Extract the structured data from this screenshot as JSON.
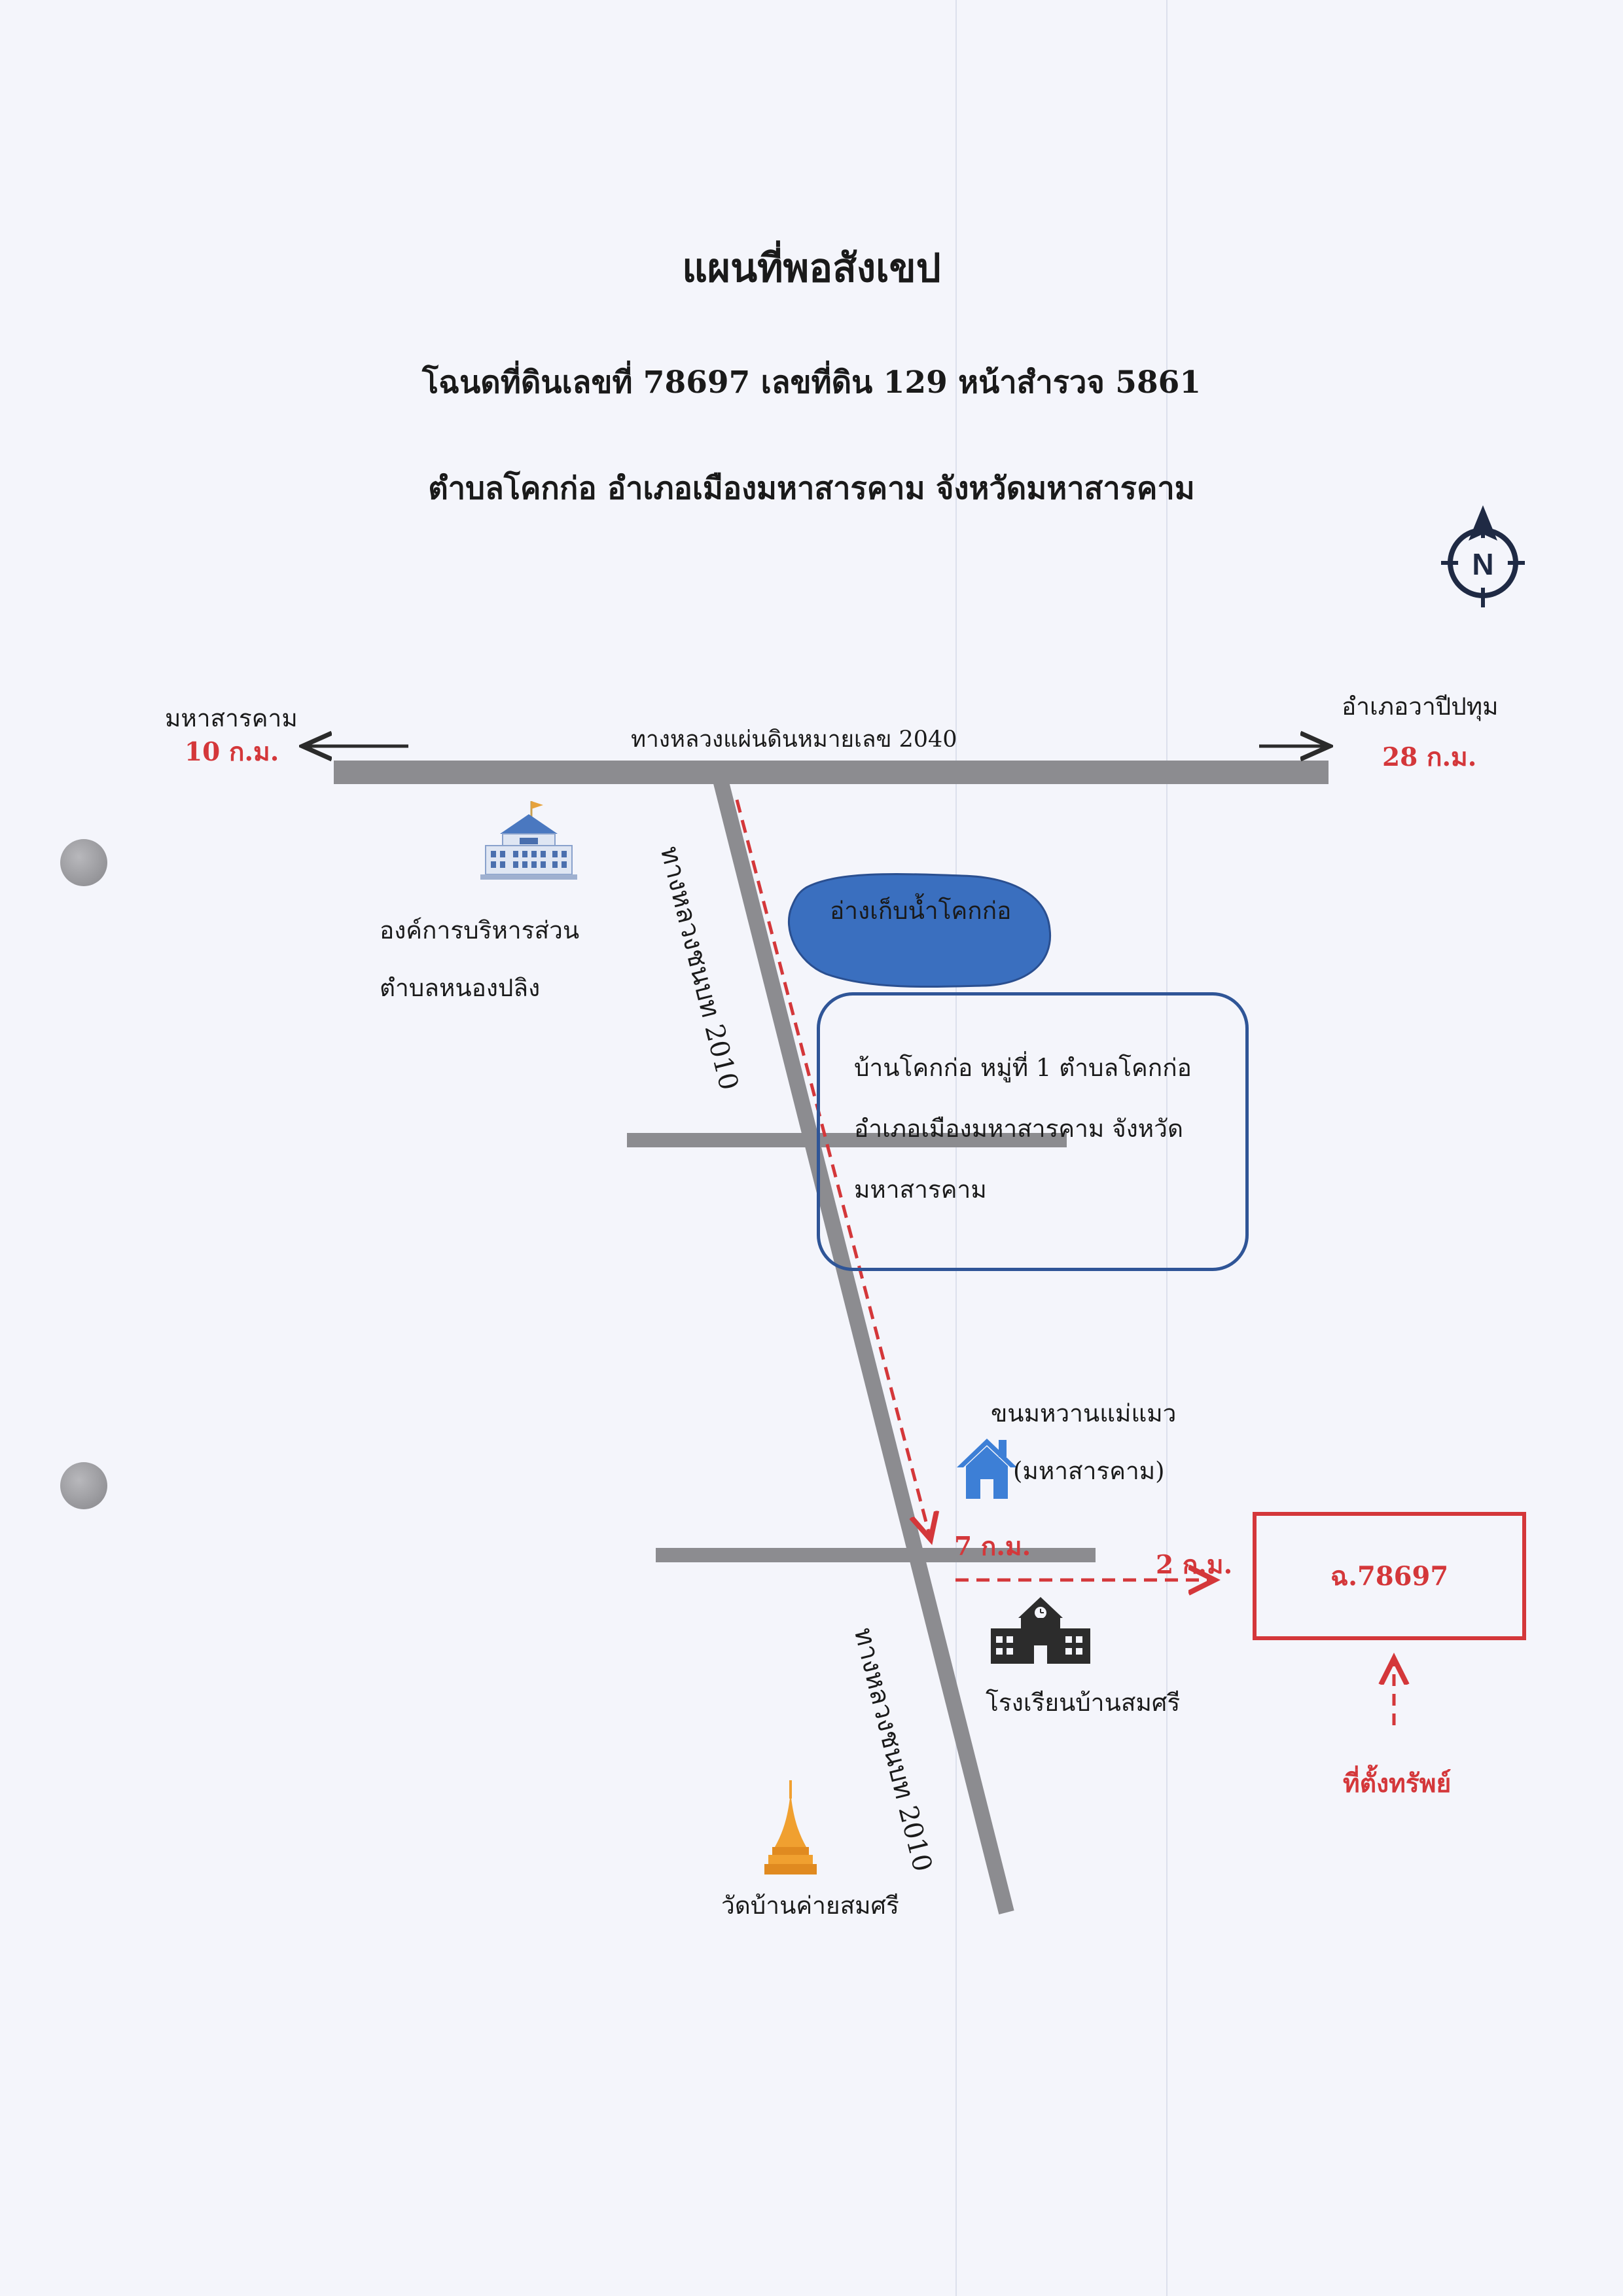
{
  "title": "แผนที่พอสังเขป",
  "subtitle_line1": "โฉนดที่ดินเลขที่ 78697 เลขที่ดิน 129 หน้าสำรวจ 5861",
  "subtitle_line2": "ตำบลโคกก่อ อำเภอเมืองมหาสารคาม จังหวัดมหาสารคาม",
  "compass": {
    "icon": "north-arrow-icon",
    "letter": "N"
  },
  "roads": {
    "highway_2040": "ทางหลวงแผ่นดินหมายเลข 2040",
    "road_2010_upper": "ทางหลวงชนบท 2010",
    "road_2010_lower": "ทางหลวงชนบท 2010"
  },
  "directions": {
    "left_place": "มหาสารคาม",
    "left_distance": "10 ก.ม.",
    "right_place": "อำเภอวาปีปทุม",
    "right_distance": "28 ก.ม."
  },
  "landmarks": {
    "sao_line1": "องค์การบริหารส่วน",
    "sao_line2": "ตำบลหนองปลิง",
    "reservoir": "อ่างเก็บน้ำโคกก่อ",
    "shop_line1": "ขนมหวานแม่แมว",
    "shop_line2": "(มหาสารคาม)",
    "school": "โรงเรียนบ้านสมศรี",
    "temple": "วัดบ้านค่ายสมศรี"
  },
  "village_box": {
    "line1": "บ้านโคกก่อ หมู่ที่ 1 ตำบลโคกก่อ",
    "line2": "อำเภอเมืองมหาสารคาม จังหวัด",
    "line3": "มหาสารคาม"
  },
  "route": {
    "distance_along_road": "7 ก.ม.",
    "distance_to_parcel": "2 ก.ม."
  },
  "parcel": {
    "deed": "ฉ.78697",
    "marker_label": "ที่ตั้งทรัพย์"
  },
  "colors": {
    "road": "#8c8c90",
    "route": "#d4373a",
    "reservoir": "#3a6fbf",
    "box_border": "#2f5597",
    "school": "#2c2c2c",
    "house": "#3d7fd6",
    "temple": "#f0a030"
  }
}
